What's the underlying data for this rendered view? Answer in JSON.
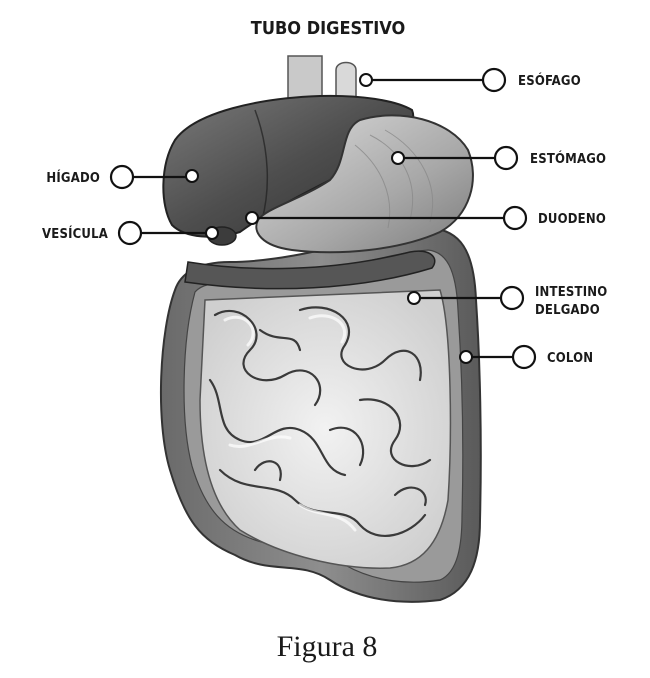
{
  "title": "TUBO DIGESTIVO",
  "caption": "Figura 8",
  "labels": {
    "esofago": "ESÓFAGO",
    "higado": "HÍGADO",
    "estomago": "ESTÓMAGO",
    "vesicula": "VESÍCULA",
    "duodeno": "DUODENO",
    "intestino_line1": "INTESTINO",
    "intestino_line2": "DELGADO",
    "colon": "COLON"
  }
}
